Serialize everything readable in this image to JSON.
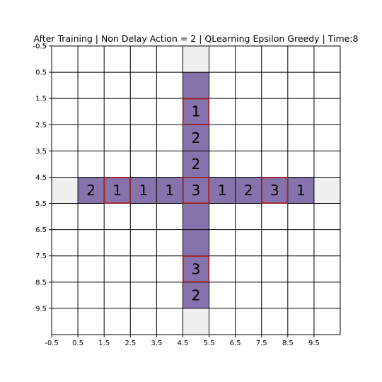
{
  "chart_data": {
    "type": "heatmap",
    "title": "After Training | Non Delay Action = 2 | QLearning Epsilon Greedy | Time:8",
    "grid_size": 11,
    "xlim": [
      -0.5,
      10.5
    ],
    "ylim": [
      10.5,
      -0.5
    ],
    "x_ticks": [
      "-0.5",
      "0.5",
      "1.5",
      "2.5",
      "3.5",
      "4.5",
      "5.5",
      "6.5",
      "7.5",
      "8.5",
      "9.5"
    ],
    "y_ticks": [
      "-0.5",
      "0.5",
      "1.5",
      "2.5",
      "3.5",
      "4.5",
      "5.5",
      "6.5",
      "7.5",
      "8.5",
      "9.5"
    ],
    "grid": true,
    "colors": {
      "road": "#8673ac",
      "entry": "#efefef",
      "background": "#ffffff",
      "highlight_border": "#b22222",
      "grid_line": "#000000"
    },
    "entry_cells": [
      {
        "row": 0,
        "col": 5
      },
      {
        "row": 10,
        "col": 5
      },
      {
        "row": 5,
        "col": 0
      },
      {
        "row": 5,
        "col": 10
      }
    ],
    "road_cells": [
      {
        "row": 1,
        "col": 5,
        "label": ""
      },
      {
        "row": 2,
        "col": 5,
        "label": "1",
        "highlight": true
      },
      {
        "row": 3,
        "col": 5,
        "label": "2"
      },
      {
        "row": 4,
        "col": 5,
        "label": "2"
      },
      {
        "row": 5,
        "col": 1,
        "label": "2"
      },
      {
        "row": 5,
        "col": 2,
        "label": "1",
        "highlight": true
      },
      {
        "row": 5,
        "col": 3,
        "label": "1"
      },
      {
        "row": 5,
        "col": 4,
        "label": "1"
      },
      {
        "row": 5,
        "col": 5,
        "label": "3",
        "highlight": true
      },
      {
        "row": 5,
        "col": 6,
        "label": "1"
      },
      {
        "row": 5,
        "col": 7,
        "label": "2"
      },
      {
        "row": 5,
        "col": 8,
        "label": "3",
        "highlight": true
      },
      {
        "row": 5,
        "col": 9,
        "label": "1"
      },
      {
        "row": 6,
        "col": 5,
        "label": ""
      },
      {
        "row": 7,
        "col": 5,
        "label": ""
      },
      {
        "row": 8,
        "col": 5,
        "label": "3",
        "highlight": true
      },
      {
        "row": 9,
        "col": 5,
        "label": "2"
      }
    ]
  }
}
